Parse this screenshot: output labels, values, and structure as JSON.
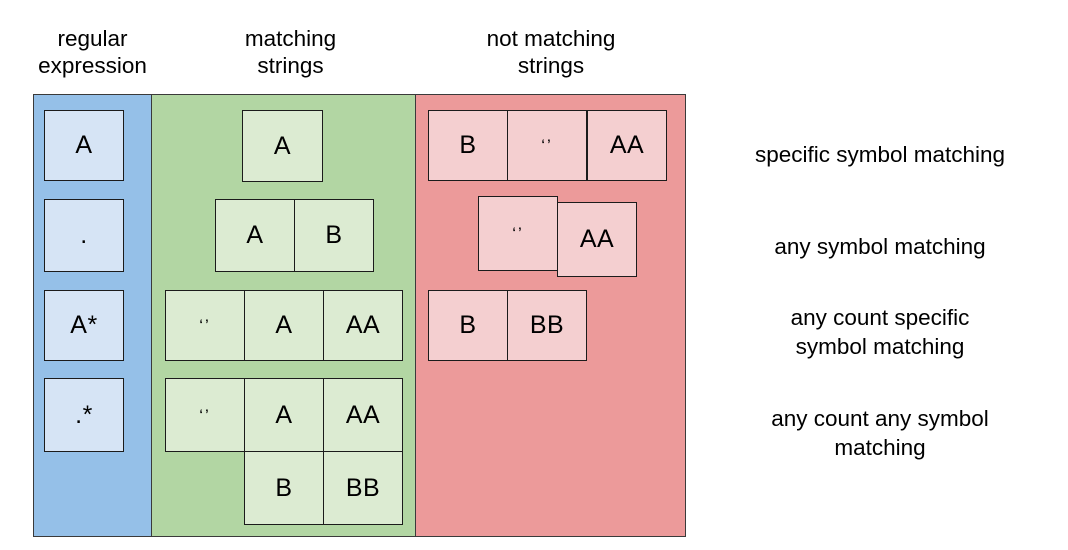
{
  "headers": {
    "regex": "regular\nexpression",
    "matching": "matching\nstrings",
    "not_matching": "not matching\nstrings"
  },
  "colors": {
    "band_blue": "#95c0e8",
    "band_green": "#b2d6a3",
    "band_red": "#ec9a9a",
    "cell_blue": "#d6e4f5",
    "cell_green": "#dcebd2",
    "cell_red": "#f4cfd0",
    "border": "#1b1b1b",
    "text": "#000000",
    "background": "#ffffff"
  },
  "empty_string_glyph": "‘’",
  "rows": [
    {
      "regex": "A",
      "description": "specific symbol matching",
      "matching": [
        "A"
      ],
      "not_matching": [
        "B",
        "‘’",
        "AA"
      ]
    },
    {
      "regex": ".",
      "description": "any symbol matching",
      "matching": [
        "A",
        "B"
      ],
      "not_matching": [
        "‘’",
        "AA"
      ]
    },
    {
      "regex": "A*",
      "description": "any count specific\nsymbol matching",
      "matching": [
        "‘’",
        "A",
        "AA"
      ],
      "not_matching": [
        "B",
        "BB"
      ]
    },
    {
      "regex": ".*",
      "description": "any count any symbol\nmatching",
      "matching": [
        "‘’",
        "A",
        "AA",
        "B",
        "BB"
      ],
      "not_matching": []
    }
  ]
}
